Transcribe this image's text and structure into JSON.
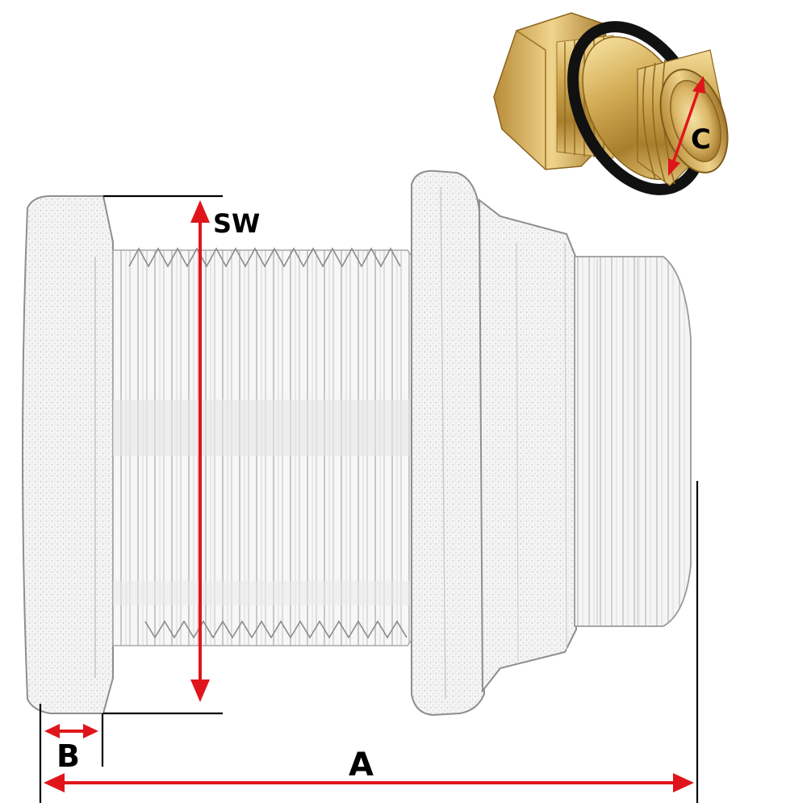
{
  "labels": {
    "sw": "SW",
    "a": "A",
    "b": "B",
    "c": "C"
  },
  "colors": {
    "dimension_arrow": "#e0151b",
    "extension_line": "#000000",
    "brass": "#c9a24a",
    "outline": "#9a9a9a"
  },
  "icons": {
    "fitting_drawing": "bulkhead-fitting-sketch-icon",
    "fitting_photo": "brass-fitting-photo-icon"
  }
}
